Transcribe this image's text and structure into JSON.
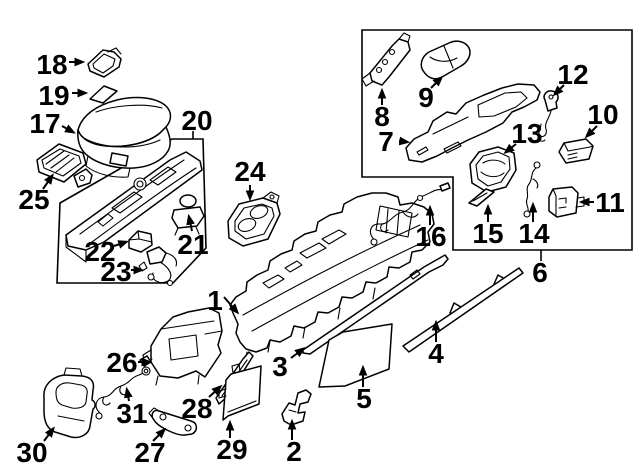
{
  "diagram": {
    "type": "exploded-parts-diagram",
    "colors": {
      "background": "#ffffff",
      "line_art": "#000000",
      "label_text": "#000000"
    },
    "callouts": {
      "n1": "1",
      "n2": "2",
      "n3": "3",
      "n4": "4",
      "n5": "5",
      "n6": "6",
      "n7": "7",
      "n8": "8",
      "n9": "9",
      "n10": "10",
      "n11": "11",
      "n12": "12",
      "n13": "13",
      "n14": "14",
      "n15": "15",
      "n16": "16",
      "n17": "17",
      "n18": "18",
      "n19": "19",
      "n20": "20",
      "n21": "21",
      "n22": "22",
      "n23": "23",
      "n24": "24",
      "n25": "25",
      "n26": "26",
      "n27": "27",
      "n28": "28",
      "n29": "29",
      "n30": "30",
      "n31": "31"
    }
  }
}
